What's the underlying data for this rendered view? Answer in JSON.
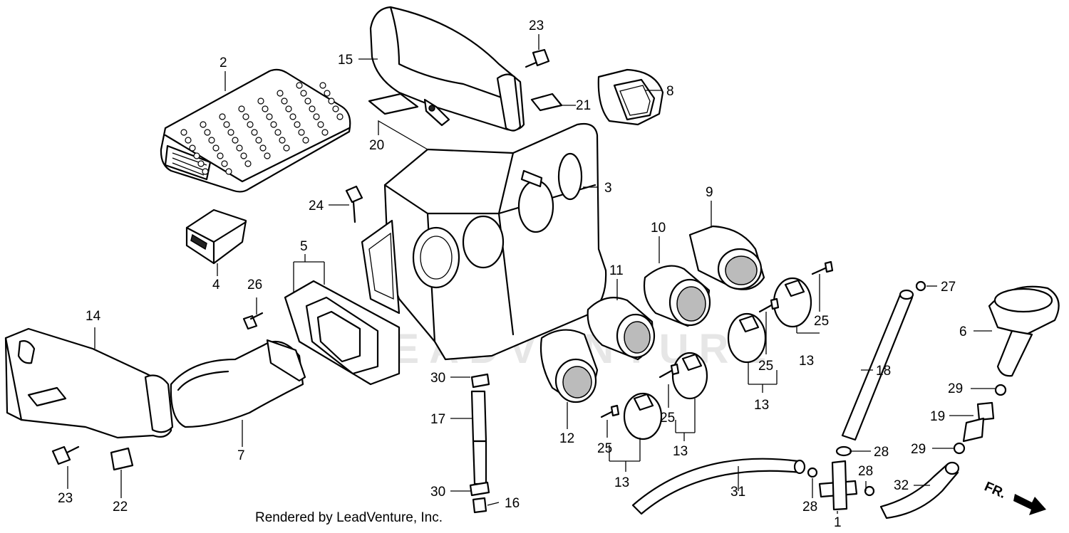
{
  "footer": "Rendered by LeadVenture, Inc.",
  "watermark": "LEADVENTURE",
  "direction_label": "FR.",
  "callouts": {
    "c1": "1",
    "c2": "2",
    "c3": "3",
    "c4": "4",
    "c5": "5",
    "c6": "6",
    "c7": "7",
    "c8": "8",
    "c9": "9",
    "c10": "10",
    "c11": "11",
    "c12": "12",
    "c13a": "13",
    "c13b": "13",
    "c13c": "13",
    "c13d": "13",
    "c14": "14",
    "c15": "15",
    "c16": "16",
    "c17": "17",
    "c18": "18",
    "c19": "19",
    "c20": "20",
    "c21": "21",
    "c22": "22",
    "c23a": "23",
    "c23b": "23",
    "c24": "24",
    "c25a": "25",
    "c25b": "25",
    "c25c": "25",
    "c25d": "25",
    "c26": "26",
    "c27": "27",
    "c28a": "28",
    "c28b": "28",
    "c28c": "28",
    "c29a": "29",
    "c29b": "29",
    "c30a": "30",
    "c30b": "30",
    "c31": "31",
    "c32": "32"
  }
}
